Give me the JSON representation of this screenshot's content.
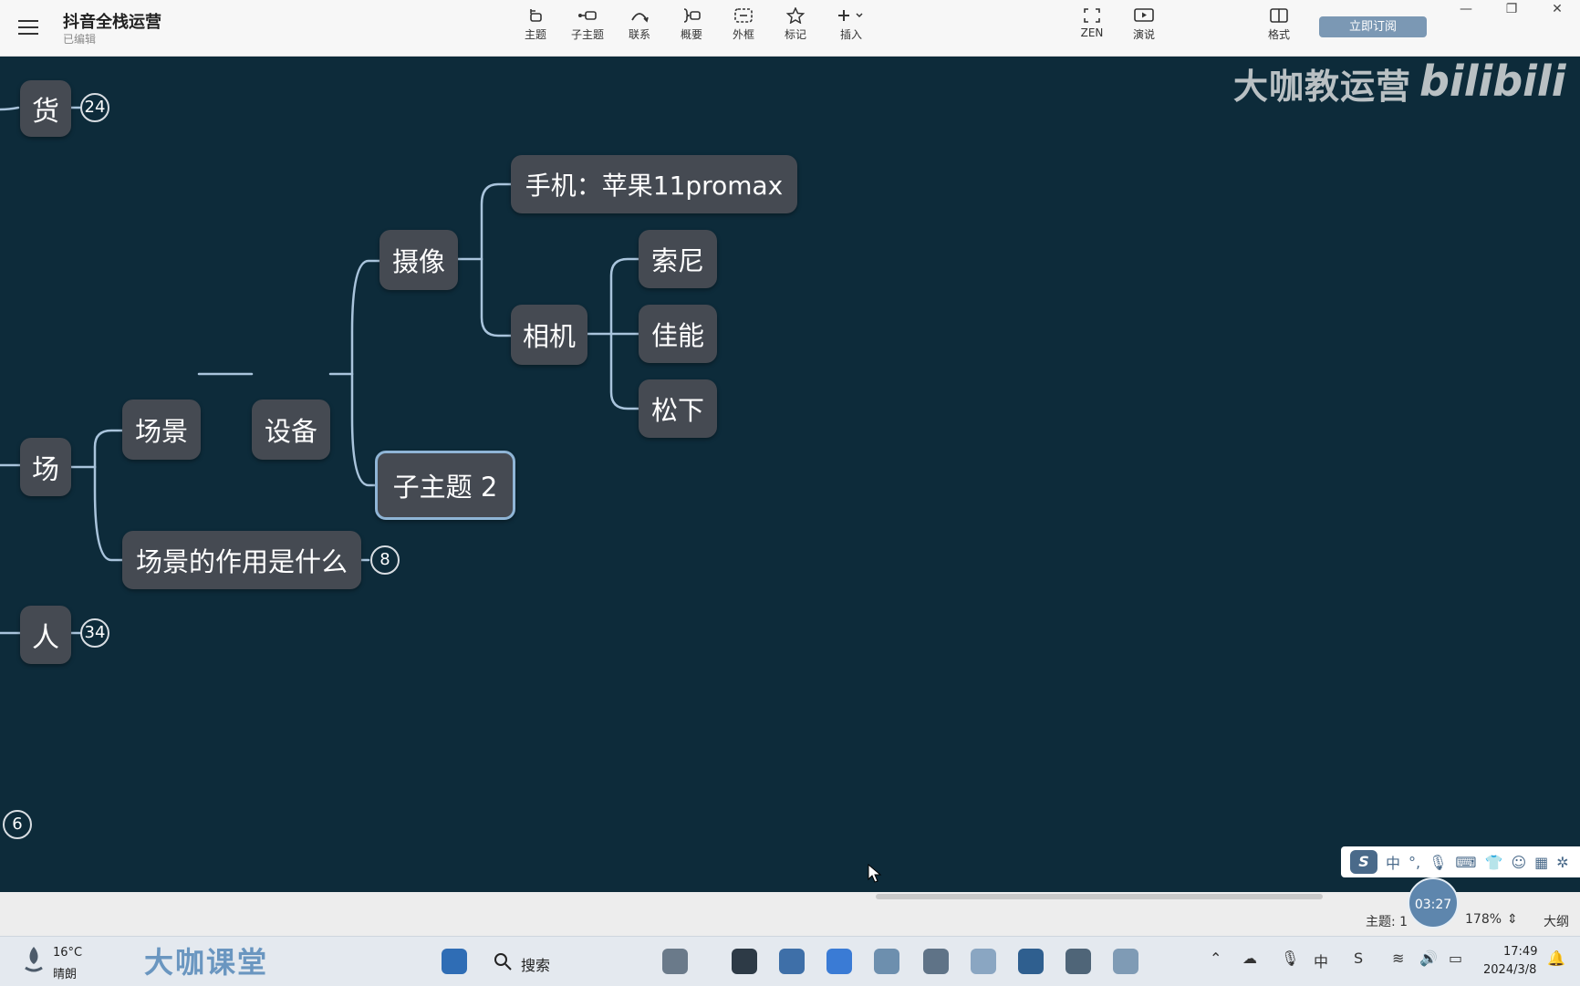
{
  "app": {
    "title": "抖音全栈运营",
    "status": "已编辑"
  },
  "toolbar": {
    "items": [
      {
        "label": "主题",
        "icon": "topic-icon"
      },
      {
        "label": "子主题",
        "icon": "subtopic-icon"
      },
      {
        "label": "联系",
        "icon": "relationship-icon"
      },
      {
        "label": "概要",
        "icon": "summary-icon"
      },
      {
        "label": "外框",
        "icon": "boundary-icon"
      },
      {
        "label": "标记",
        "icon": "star-icon"
      },
      {
        "label": "插入",
        "icon": "plus-icon"
      }
    ],
    "zen_label": "ZEN",
    "present_label": "演说",
    "format_label": "格式",
    "subscribe_label": "立即订阅"
  },
  "watermark": {
    "text": "大咖教运营",
    "logo": "bilibili"
  },
  "mindmap": {
    "nodes": {
      "huo": "货",
      "chang": "场",
      "ren": "人",
      "changjing": "场景",
      "shebei": "设备",
      "shexiang": "摄像",
      "phone": "手机：苹果11promax",
      "camera": "相机",
      "sony": "索尼",
      "canon": "佳能",
      "panasonic": "松下",
      "subtopic2": "子主题 2",
      "scene_role": "场景的作用是什么"
    },
    "badges": {
      "huo": "24",
      "scene_role": "8",
      "ren": "34",
      "bottom": "6"
    }
  },
  "statusbar": {
    "topic_count": "主题: 1",
    "zoom": "178%",
    "outline": "大纲",
    "timer": "03:27"
  },
  "taskbar": {
    "temperature": "16°C",
    "weather": "晴朗",
    "brand": "大咖课堂",
    "search": "搜索",
    "time": "17:49",
    "date": "2024/3/8"
  },
  "ime": {
    "mode": "中"
  },
  "colors": {
    "canvas": "#0d2b3a",
    "node": "#454a52",
    "connector": "#a9c4dc",
    "selected_border": "#8fb5d6"
  }
}
